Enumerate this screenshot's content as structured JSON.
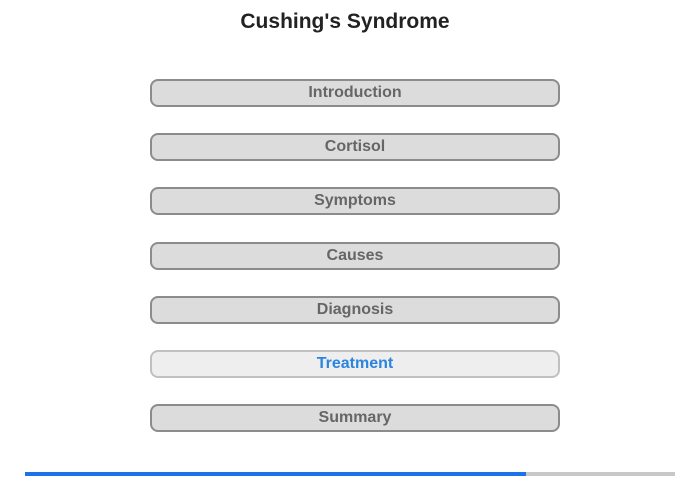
{
  "page": {
    "title": "Cushing's Syndrome"
  },
  "menu": {
    "items": [
      {
        "label": "Introduction",
        "active": false
      },
      {
        "label": "Cortisol",
        "active": false
      },
      {
        "label": "Symptoms",
        "active": false
      },
      {
        "label": "Causes",
        "active": false
      },
      {
        "label": "Diagnosis",
        "active": false
      },
      {
        "label": "Treatment",
        "active": true
      },
      {
        "label": "Summary",
        "active": false
      }
    ]
  },
  "progress": {
    "fraction": 0.77
  },
  "colors": {
    "active_text": "#2b84e0",
    "progress_fill": "#1a73e8",
    "progress_track": "#c8c8c8"
  }
}
